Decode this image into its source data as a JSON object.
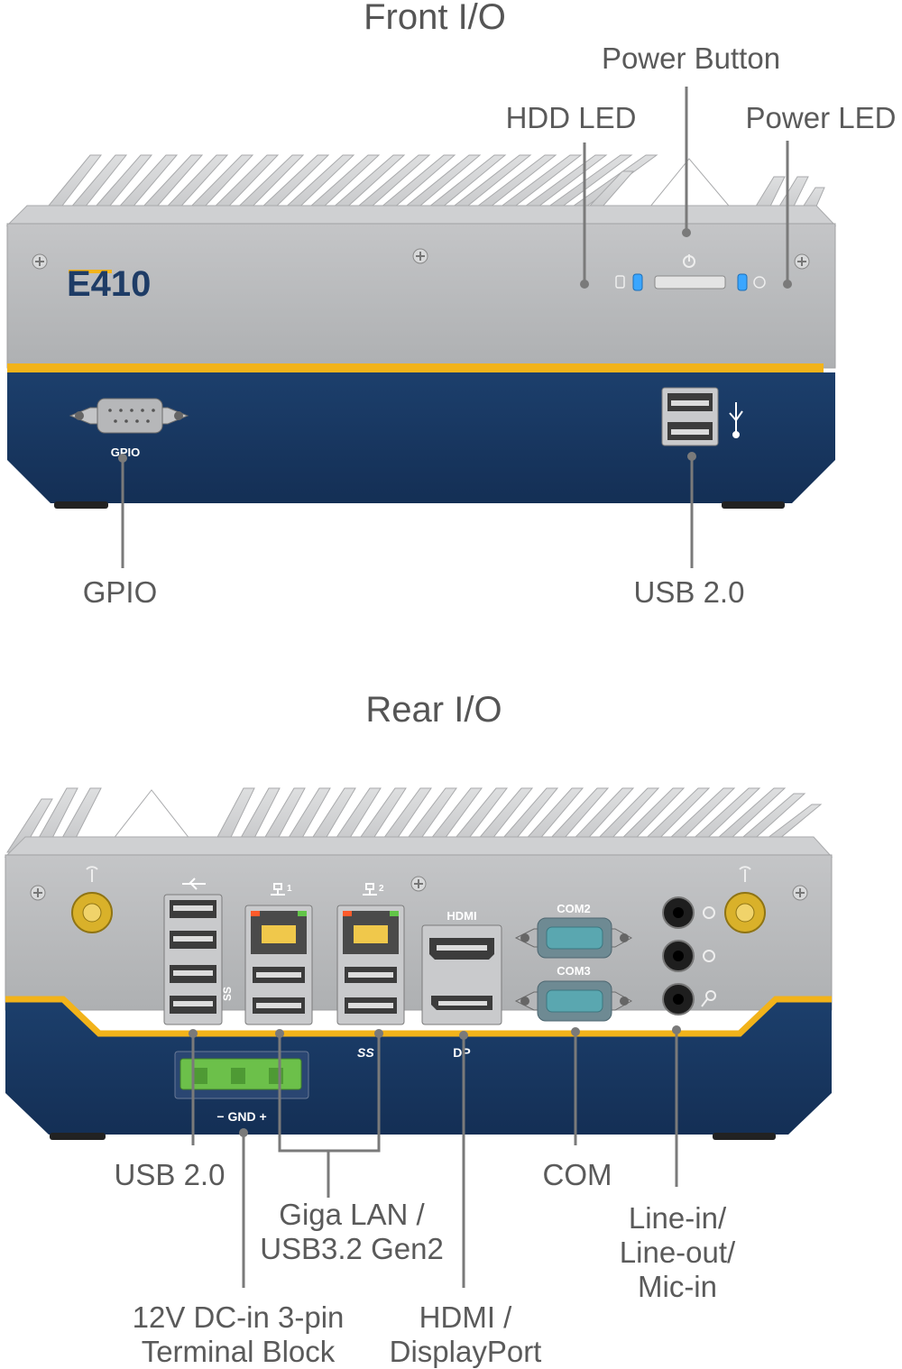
{
  "front": {
    "title": "Front I/O",
    "logo": "E410",
    "port_marks": {
      "gpio": "GPIO"
    },
    "callouts": {
      "power_button": "Power Button",
      "hdd_led": "HDD LED",
      "power_led": "Power LED",
      "gpio": "GPIO",
      "usb20": "USB 2.0"
    }
  },
  "rear": {
    "title": "Rear I/O",
    "port_marks": {
      "hdmi": "HDMI",
      "com2": "COM2",
      "com3": "COM3",
      "dp": "DP",
      "ss": "SS",
      "gnd": "− GND +",
      "lan1": "1",
      "lan2": "2"
    },
    "callouts": {
      "usb20": "USB 2.0",
      "giga_lan": [
        "Giga LAN /",
        "USB3.2 Gen2"
      ],
      "com": "COM",
      "audio": [
        "Line-in/",
        "Line-out/",
        "Mic-in"
      ],
      "dc_in": [
        "12V DC-in 3-pin",
        "Terminal Block"
      ],
      "hdmi_dp": [
        "HDMI /",
        "DisplayPort"
      ]
    }
  },
  "colors": {
    "chassis_gray": "#b9babc",
    "fins": "#c9cacc",
    "navy": "#173761",
    "accent_yellow": "#f2b31a",
    "led_blue": "#3aa6ff",
    "terminal_green": "#6cc04a",
    "antenna_gold": "#d9b12a",
    "label": "#5a5a5a",
    "leader": "#7a7a7a"
  }
}
